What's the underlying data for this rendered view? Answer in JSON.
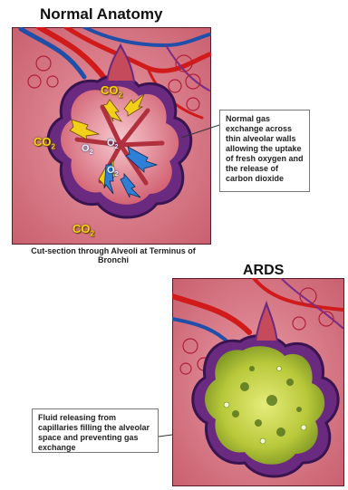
{
  "titles": {
    "normal": "Normal Anatomy",
    "ards": "ARDS"
  },
  "normal": {
    "caption": "Normal gas exchange across thin alveolar walls allowing the uptake of fresh oxygen and the release of carbon dioxide",
    "cut_section": "Cut-section through Alveoli at Terminus of Bronchi",
    "labels": {
      "co2": "CO",
      "o2": "O",
      "sub2": "2"
    }
  },
  "ards": {
    "caption": "Fluid releasing from capillaries filling the alveolar space and preventing gas exchange"
  },
  "colors": {
    "tissue": "#d97a8a",
    "alveolus_wall": "#c2314c",
    "membrane": "#4a2a7a",
    "vessel_red": "#d11a1a",
    "vessel_blue": "#1f4fa8",
    "co2_arrow": "#f2d01a",
    "o2_arrow": "#2f7fd6",
    "fluid": "#c8d640"
  }
}
